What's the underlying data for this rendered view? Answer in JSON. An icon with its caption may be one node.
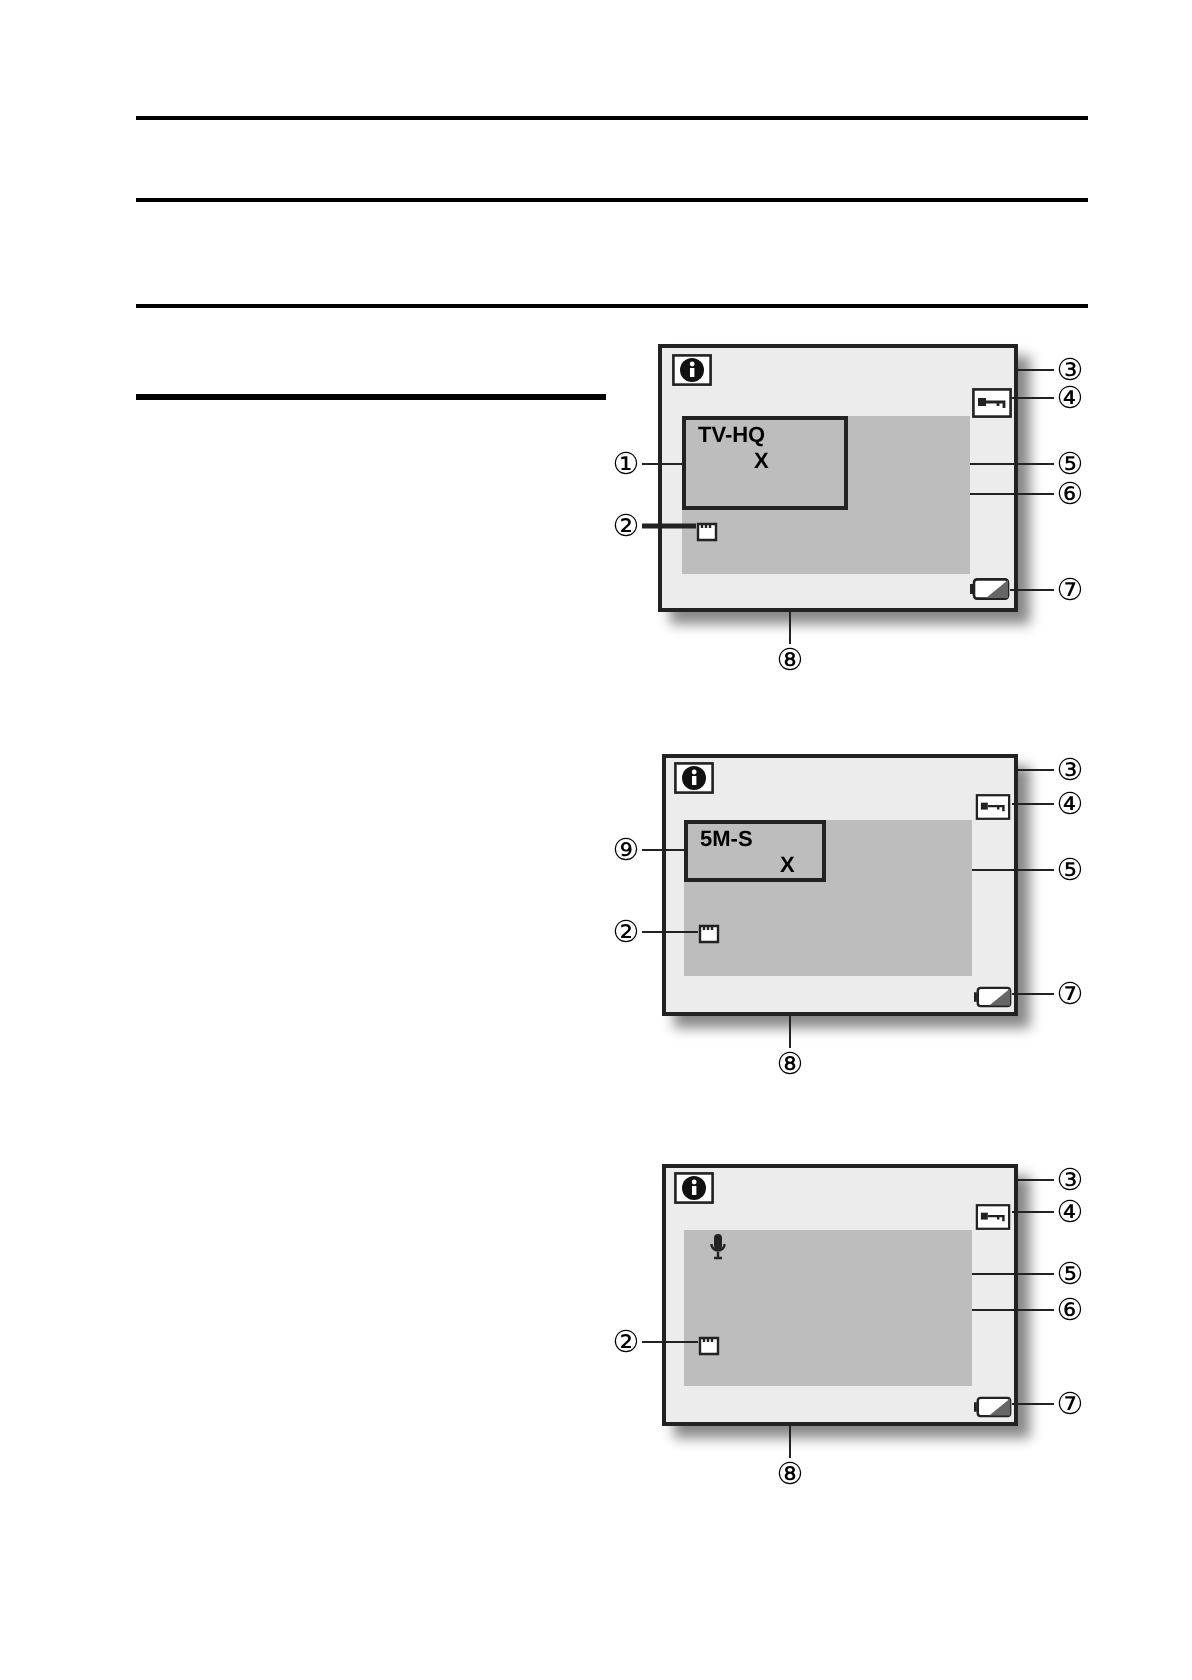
{
  "diagram": {
    "nodes": [
      {
        "text": [],
        "shape": "box"
      },
      {
        "text": [],
        "shape": "box",
        "in": 0
      },
      {
        "text": [
          "TV-HQ",
          "X"
        ],
        "in": 1
      },
      {
        "text": [],
        "shape": "box",
        "in": 1
      },
      {
        "text": [],
        "shape": "box",
        "in": 0
      },
      {
        "text": [],
        "shape": "box",
        "in": 0
      },
      {
        "text": [
          "①"
        ]
      },
      {
        "text": [
          "②"
        ]
      },
      {
        "text": [
          "③"
        ]
      },
      {
        "text": [
          "④"
        ]
      },
      {
        "text": [
          "⑤"
        ]
      },
      {
        "text": [
          "⑥"
        ]
      },
      {
        "text": [
          "⑦"
        ]
      },
      {
        "text": [
          "⑧"
        ]
      },
      {
        "text": [],
        "shape": "box"
      },
      {
        "text": [],
        "shape": "box",
        "in": 14
      },
      {
        "text": [
          "5M-S",
          "X"
        ],
        "in": 15
      },
      {
        "text": [],
        "shape": "box",
        "in": 15
      },
      {
        "text": [],
        "shape": "box",
        "in": 14
      },
      {
        "text": [],
        "shape": "box",
        "in": 14
      },
      {
        "text": [
          "⑨"
        ]
      },
      {
        "text": [
          "②"
        ]
      },
      {
        "text": [
          "③"
        ]
      },
      {
        "text": [
          "④"
        ]
      },
      {
        "text": [
          "⑤"
        ]
      },
      {
        "text": [
          "⑦"
        ]
      },
      {
        "text": [
          "⑧"
        ]
      },
      {
        "text": [],
        "shape": "box"
      },
      {
        "text": [],
        "shape": "box",
        "in": 27
      },
      {
        "text": [],
        "shape": "box",
        "in": 28
      },
      {
        "text": [],
        "shape": "box",
        "in": 27
      },
      {
        "text": [],
        "shape": "box",
        "in": 27
      },
      {
        "text": [
          "②"
        ]
      },
      {
        "text": [
          "③"
        ]
      },
      {
        "text": [
          "④"
        ]
      },
      {
        "text": [
          "⑤"
        ]
      },
      {
        "text": [
          "⑥"
        ]
      },
      {
        "text": [
          "⑦"
        ]
      },
      {
        "text": [
          "⑧"
        ]
      }
    ],
    "edges": [
      {
        "from": 6,
        "to": 2,
        "arrow": "none"
      },
      {
        "from": 7,
        "to": 3,
        "arrow": "none",
        "style": "thick"
      },
      {
        "from": 8,
        "to": 0,
        "arrow": "none"
      },
      {
        "from": 9,
        "to": 4,
        "arrow": "none"
      },
      {
        "from": 10,
        "to": 1,
        "arrow": "none"
      },
      {
        "from": 11,
        "to": 1,
        "arrow": "none"
      },
      {
        "from": 12,
        "to": 5,
        "arrow": "none"
      },
      {
        "from": 13,
        "to": 0,
        "arrow": "none"
      },
      {
        "from": 20,
        "to": 16,
        "arrow": "none"
      },
      {
        "from": 21,
        "to": 17,
        "arrow": "none"
      },
      {
        "from": 22,
        "to": 14,
        "arrow": "none"
      },
      {
        "from": 23,
        "to": 18,
        "arrow": "none"
      },
      {
        "from": 24,
        "to": 15,
        "arrow": "none"
      },
      {
        "from": 25,
        "to": 19,
        "arrow": "none"
      },
      {
        "from": 26,
        "to": 14,
        "arrow": "none"
      },
      {
        "from": 32,
        "to": 29,
        "arrow": "none"
      },
      {
        "from": 33,
        "to": 27,
        "arrow": "none"
      },
      {
        "from": 34,
        "to": 30,
        "arrow": "none"
      },
      {
        "from": 35,
        "to": 28,
        "arrow": "none"
      },
      {
        "from": 36,
        "to": 28,
        "arrow": "none"
      },
      {
        "from": 37,
        "to": 31,
        "arrow": "none"
      },
      {
        "from": 38,
        "to": 27,
        "arrow": "none"
      }
    ]
  }
}
